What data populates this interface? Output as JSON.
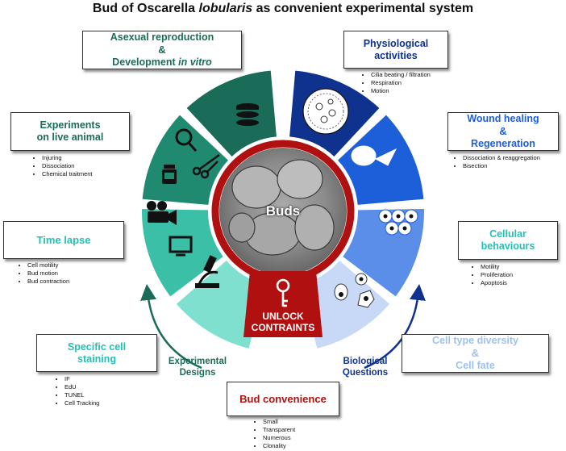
{
  "title_main": "Bud of Oscarella ",
  "title_italic": "lobularis",
  "title_rest": " as convenient experimental system",
  "center_label": "Buds",
  "key_label_1": "UNLOCK",
  "key_label_2": "CONTRAINTS",
  "sections": {
    "asexual": {
      "line1": "Asexual reproduction",
      "amp": "&",
      "line2_plain": "Development ",
      "line2_italic": "in vitro"
    },
    "experiments": {
      "line1": "Experiments",
      "line2": "on live animal",
      "items": [
        "Injuring",
        "Dissociation",
        "Chemical traitment"
      ]
    },
    "timelapse": {
      "label": "Time lapse",
      "items": [
        "Cell motility",
        "Bud motion",
        "Bud contraction"
      ]
    },
    "staining": {
      "line1": "Specific cell",
      "line2": "staining",
      "items": [
        "IF",
        "EdU",
        "TUNEL",
        "Cell Tracking"
      ]
    },
    "physiological": {
      "line1": "Physiological",
      "line2": "activities",
      "items": [
        "Cilia beating / filtration",
        "Respiration",
        "Motion"
      ]
    },
    "wound": {
      "line1": "Wound healing",
      "amp": "&",
      "line2": "Regeneration",
      "items": [
        "Dissociation & reaggregation",
        "Bisection"
      ]
    },
    "cellular": {
      "line1": "Cellular",
      "line2": "behaviours",
      "items": [
        "Motility",
        "Proliferation",
        "Apoptosis"
      ]
    },
    "celltype": {
      "line1": "Cell type diversity",
      "amp": "&",
      "line2": "Cell fate"
    },
    "convenience": {
      "label": "Bud convenience",
      "items": [
        "Small",
        "Transparent",
        "Numerous",
        "Clonality"
      ]
    }
  },
  "experimental_designs": {
    "line1": "Experimental",
    "line2": "Designs"
  },
  "biological_questions": {
    "line1": "Biological",
    "line2": "Questions"
  },
  "colors": {
    "green_dark": "#1a6b57",
    "green_mid": "#1f8a70",
    "green_light": "#3bbfa6",
    "green_pale": "#7fe0cf",
    "blue_dark": "#10328f",
    "blue_mid": "#1d5ed9",
    "blue_light": "#5a8ee8",
    "blue_pale": "#c7d9f7",
    "red": "#b01010",
    "cyan_text": "#24bfb5",
    "pale_blue_text": "#9ec2ef"
  }
}
